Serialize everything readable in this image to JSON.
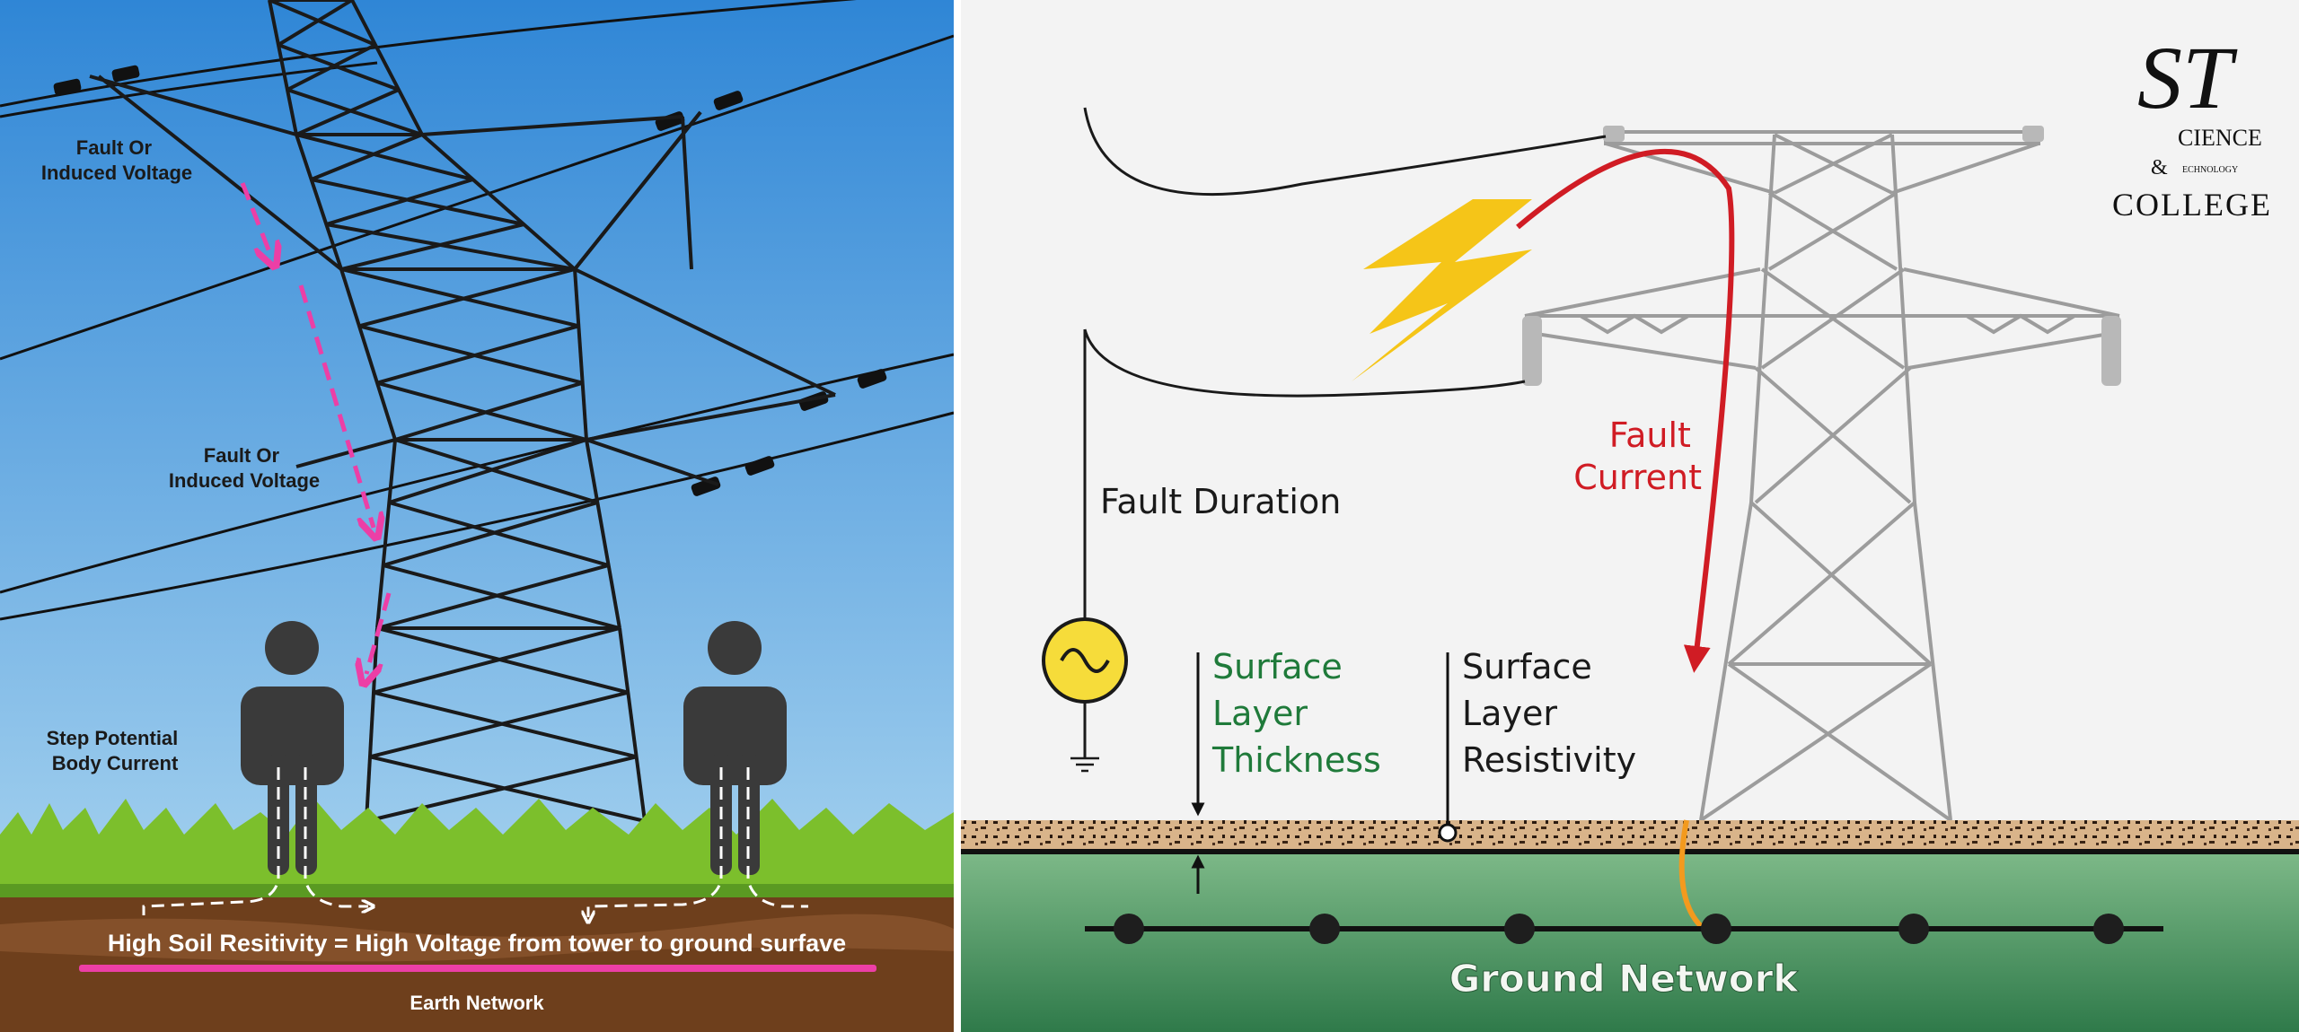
{
  "left_panel": {
    "fault_label_1": [
      "Fault Or",
      "Induced Voltage"
    ],
    "fault_label_2": [
      "Fault Or",
      "Induced Voltage"
    ],
    "step_label": [
      "Step Potential",
      "Body Current"
    ],
    "soil_caption": "High Soil Resitivity = High Voltage from tower to ground surfave",
    "earth_network": "Earth Network"
  },
  "right_panel": {
    "fault_duration": "Fault Duration",
    "fault_current": [
      "Fault",
      "Current"
    ],
    "surface_thickness": [
      "Surface",
      "Layer",
      "Thickness"
    ],
    "surface_resistivity": [
      "Surface",
      "Layer",
      "Resistivity"
    ],
    "ground_network": "Ground Network"
  },
  "logo": {
    "letters": "ST",
    "line1": "CIENCE",
    "amp": "&",
    "line2": "ECHNOLOGY",
    "line3": "COLLEGE"
  },
  "colors": {
    "sky_top": "#2f86d6",
    "sky_bottom": "#b5dcf2",
    "pink": "#ec3fa6",
    "red": "#d01c24",
    "green_text": "#1f7a3a",
    "lightning": "#f5c518",
    "orange": "#f39a1e",
    "ground_green": "#3f8f5a"
  }
}
